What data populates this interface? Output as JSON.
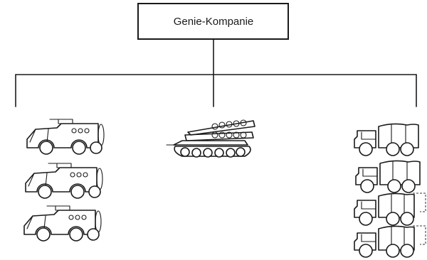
{
  "root": {
    "label": "Genie-Kompanie"
  },
  "groups": [
    {
      "id": "left",
      "vehicle": "armored-personnel-carrier",
      "count": 3
    },
    {
      "id": "center",
      "vehicle": "bridge-layer-tank",
      "count": 1
    },
    {
      "id": "right",
      "vehicle": "covered-truck",
      "count": 4
    }
  ]
}
